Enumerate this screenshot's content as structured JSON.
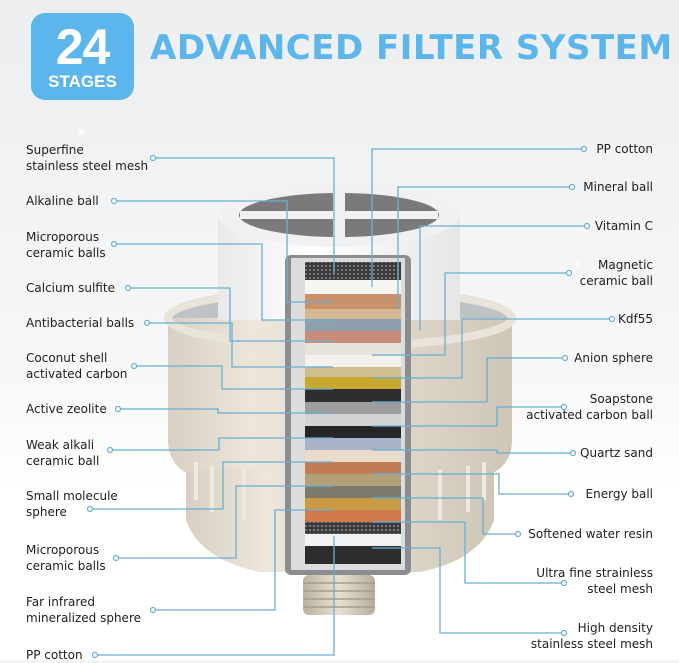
{
  "header": {
    "badge_number": "24",
    "badge_label": "STAGES",
    "title": "ADVANCED FILTER SYSTEM"
  },
  "colors": {
    "accent": "#5cb6ec",
    "callout_line": "#6aaed3",
    "text": "#1e1e1e"
  },
  "left_labels": [
    {
      "line1": "Superfine",
      "line2": "stainless steel mesh"
    },
    {
      "line1": "Alkaline ball",
      "line2": ""
    },
    {
      "line1": "Microporous",
      "line2": "ceramic balls"
    },
    {
      "line1": "Calcium sulfite",
      "line2": ""
    },
    {
      "line1": "Antibacterial balls",
      "line2": ""
    },
    {
      "line1": "Coconut shell",
      "line2": "activated carbon"
    },
    {
      "line1": "Active zeolite",
      "line2": ""
    },
    {
      "line1": "Weak alkali",
      "line2": "ceramic ball"
    },
    {
      "line1": "Small molecule",
      "line2": "sphere"
    },
    {
      "line1": "Microporous",
      "line2": "ceramic balls"
    },
    {
      "line1": "Far infrared",
      "line2": "mineralized sphere"
    },
    {
      "line1": "PP cotton",
      "line2": ""
    }
  ],
  "right_labels": [
    {
      "line1": "PP cotton",
      "line2": ""
    },
    {
      "line1": "Mineral ball",
      "line2": ""
    },
    {
      "line1": "Vitamin C",
      "line2": ""
    },
    {
      "line1": "Magnetic",
      "line2": "ceramic ball"
    },
    {
      "line1": "Kdf55",
      "line2": ""
    },
    {
      "line1": "Anion sphere",
      "line2": ""
    },
    {
      "line1": "Soapstone",
      "line2": "activated carbon ball"
    },
    {
      "line1": "Quartz sand",
      "line2": ""
    },
    {
      "line1": "Energy ball",
      "line2": ""
    },
    {
      "line1": "Softened water resin",
      "line2": ""
    },
    {
      "line1": "Ultra fine strainless",
      "line2": "steel mesh"
    },
    {
      "line1": "High density",
      "line2": "stainless steel mesh"
    }
  ]
}
